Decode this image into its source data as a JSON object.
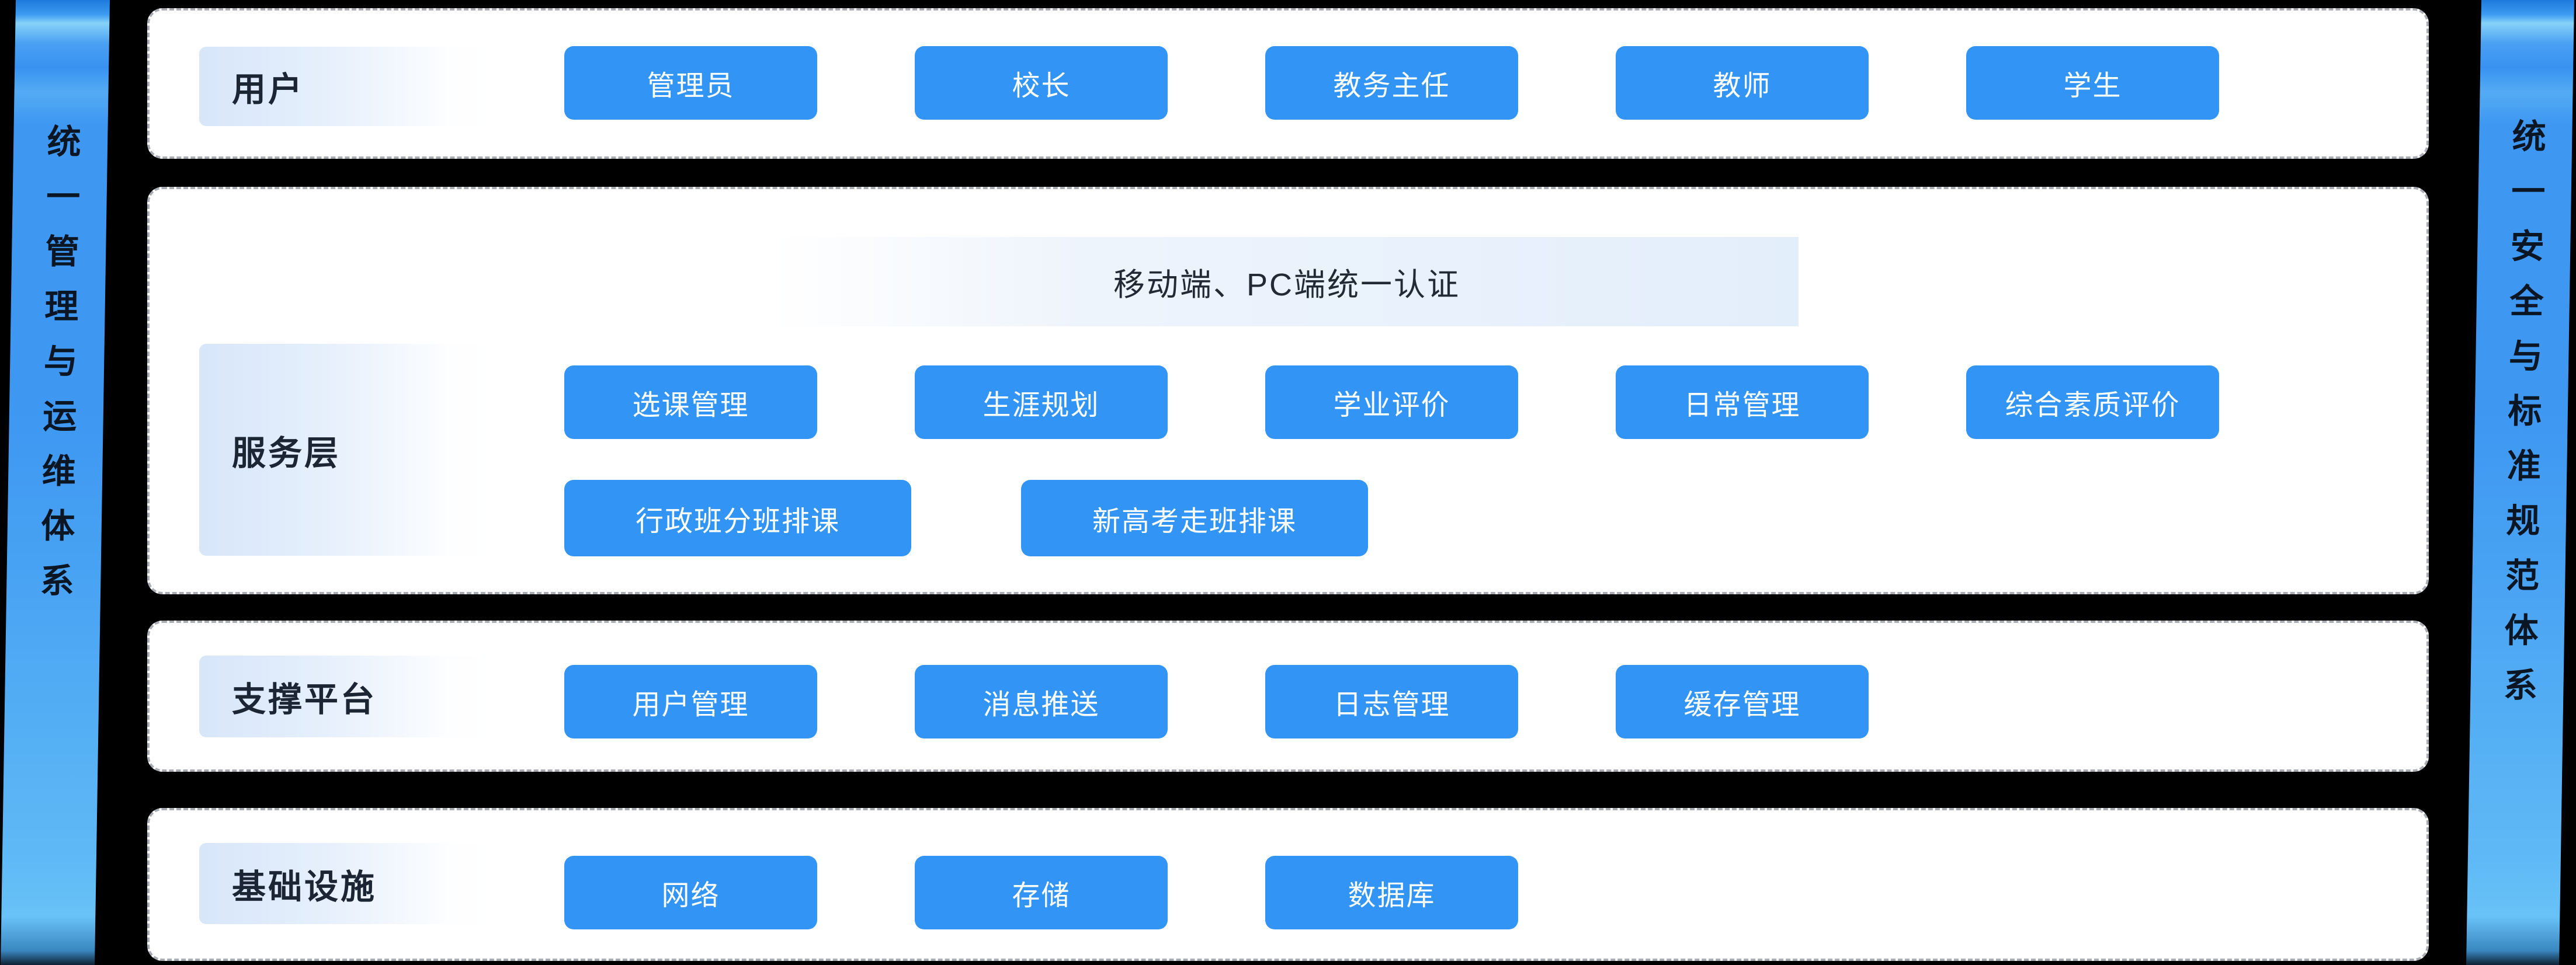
{
  "ribbons": {
    "left": {
      "text": "统一管理与运维体系"
    },
    "right": {
      "text": "统一安全与标准规范体系"
    }
  },
  "layers": {
    "users": {
      "label": "用户",
      "items": [
        "管理员",
        "校长",
        "教务主任",
        "教师",
        "学生"
      ]
    },
    "service": {
      "label": "服务层",
      "auth_banner": "移动端、PC端统一认证",
      "items_row1": [
        "选课管理",
        "生涯规划",
        "学业评价",
        "日常管理",
        "综合素质评价"
      ],
      "items_row2": [
        "行政班分班排课",
        "新高考走班排课"
      ]
    },
    "support": {
      "label": "支撑平台",
      "items": [
        "用户管理",
        "消息推送",
        "日志管理",
        "缓存管理"
      ]
    },
    "infrastructure": {
      "label": "基础设施",
      "items": [
        "网络",
        "存储",
        "数据库"
      ]
    }
  },
  "colors": {
    "background": "#000000",
    "node_blue": "#3295f6",
    "node_text": "#ffffff",
    "card_background": "#ffffff",
    "card_dash_border": "#a9adb3",
    "label_text": "#1c2533",
    "ribbon_blue_top": "#3e97f1",
    "ribbon_blue_bottom": "#68c2f7",
    "ribbon_text": "#0a1624"
  }
}
